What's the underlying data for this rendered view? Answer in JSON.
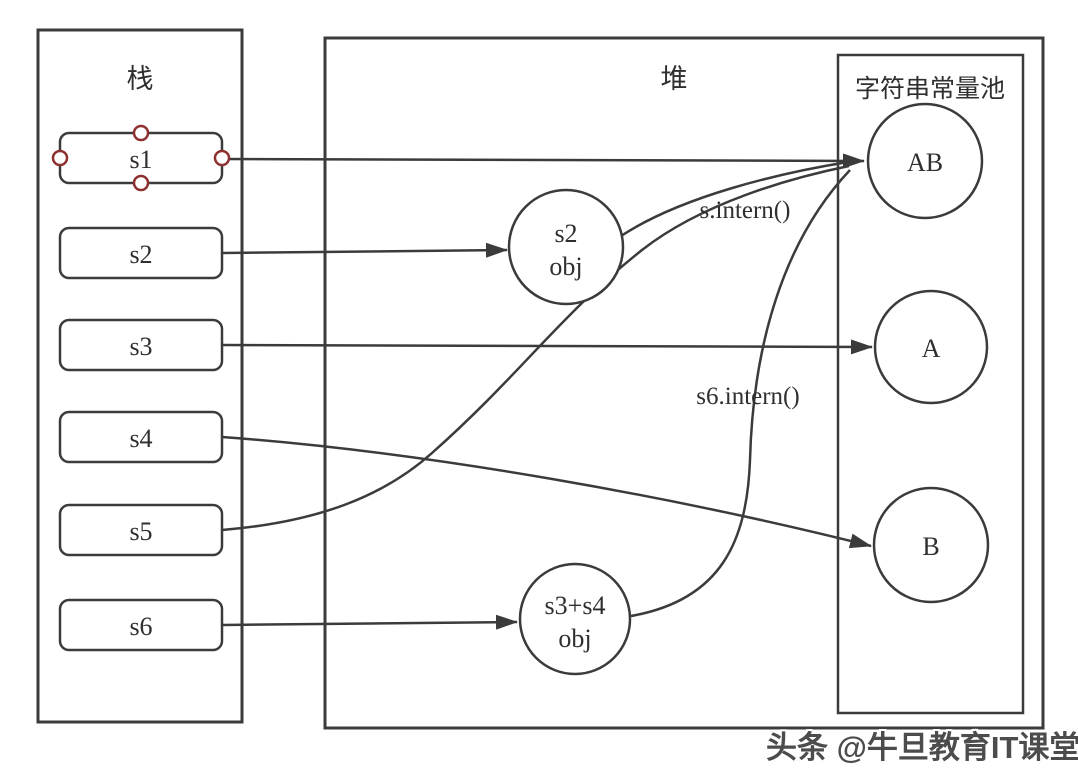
{
  "diagram": {
    "stack": {
      "title": "栈",
      "slots": [
        "s1",
        "s2",
        "s3",
        "s4",
        "s5",
        "s6"
      ]
    },
    "heap": {
      "title": "堆",
      "objects": [
        {
          "line1": "s2",
          "line2": "obj"
        },
        {
          "line1": "s3+s4",
          "line2": "obj"
        }
      ]
    },
    "pool": {
      "title": "字符串常量池",
      "constants": [
        "AB",
        "A",
        "B"
      ]
    },
    "edges": {
      "s_intern_label": "s.intern()",
      "s6_intern_label": "s6.intern()"
    },
    "colors": {
      "line": "#3b3b3b",
      "handle_ring": "#8e3030",
      "text": "#2f2f2f",
      "background": "#ffffff",
      "watermark_text": "#4c4c4c"
    }
  },
  "watermark": {
    "text": "头条 @牛旦教育IT课堂"
  }
}
